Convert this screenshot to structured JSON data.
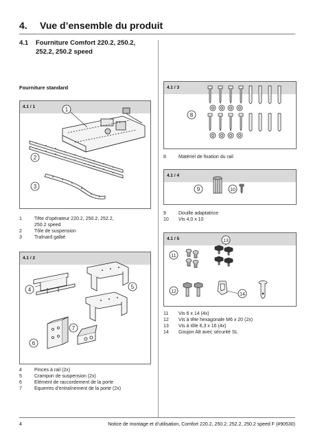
{
  "header": {
    "number": "4.",
    "title": "Vue d’ensemble du produit"
  },
  "section": {
    "number": "4.1",
    "title_line1": "Fourniture Comfort 220.2, 250.2,",
    "title_line2": "252.2, 250.2 speed"
  },
  "subtitle": "Fourniture standard",
  "figures": {
    "f1": {
      "tag": "4.1 / 1",
      "callouts": [
        "1",
        "2",
        "3"
      ]
    },
    "f2": {
      "tag": "4.1 / 2",
      "callouts": [
        "4",
        "5",
        "6",
        "7"
      ]
    },
    "f3": {
      "tag": "4.1 / 3",
      "callouts": [
        "8"
      ]
    },
    "f4": {
      "tag": "4.1 / 4",
      "callouts": [
        "9",
        "10"
      ]
    },
    "f5": {
      "tag": "4.1 / 5",
      "callouts": [
        "11",
        "12",
        "13",
        "14"
      ]
    }
  },
  "legend1": [
    {
      "n": "1",
      "text": "Tête d’opérateur 220.2, 250.2, 252.2,"
    },
    {
      "n": "",
      "text": "250.2 speed"
    },
    {
      "n": "2",
      "text": "Tôle de suspension"
    },
    {
      "n": "3",
      "text": "Traînard galbé"
    }
  ],
  "legend2": [
    {
      "n": "4",
      "text": "Pinces à rail (2x)"
    },
    {
      "n": "5",
      "text": "Crampon de suspension (2x)"
    },
    {
      "n": "6",
      "text": "Elément de raccordement de la porte"
    },
    {
      "n": "7",
      "text": "Equerres d’entraînement de la porte (2x)"
    }
  ],
  "legend3": [
    {
      "n": "8",
      "text": "Matériel de fixation du rail"
    }
  ],
  "legend4": [
    {
      "n": "9",
      "text": "Douille adaptatrice"
    },
    {
      "n": "10",
      "text": "Vis 4,0 x 10"
    }
  ],
  "legend5": [
    {
      "n": "11",
      "text": "Vis 6 x 14 (4x)"
    },
    {
      "n": "12",
      "text": "Vis à tête hexagonale M6 x 20 (2x)"
    },
    {
      "n": "13",
      "text": "Vis à tôle 6,3 x 16 (4x)"
    },
    {
      "n": "14",
      "text": "Goujon A8 avec sécurité SL"
    }
  ],
  "footer": {
    "page": "4",
    "text": "Notice de montage et d’utilisation, Comfort 220.2, 250.2, 252.2, 250.2 speed F (#90530)"
  }
}
